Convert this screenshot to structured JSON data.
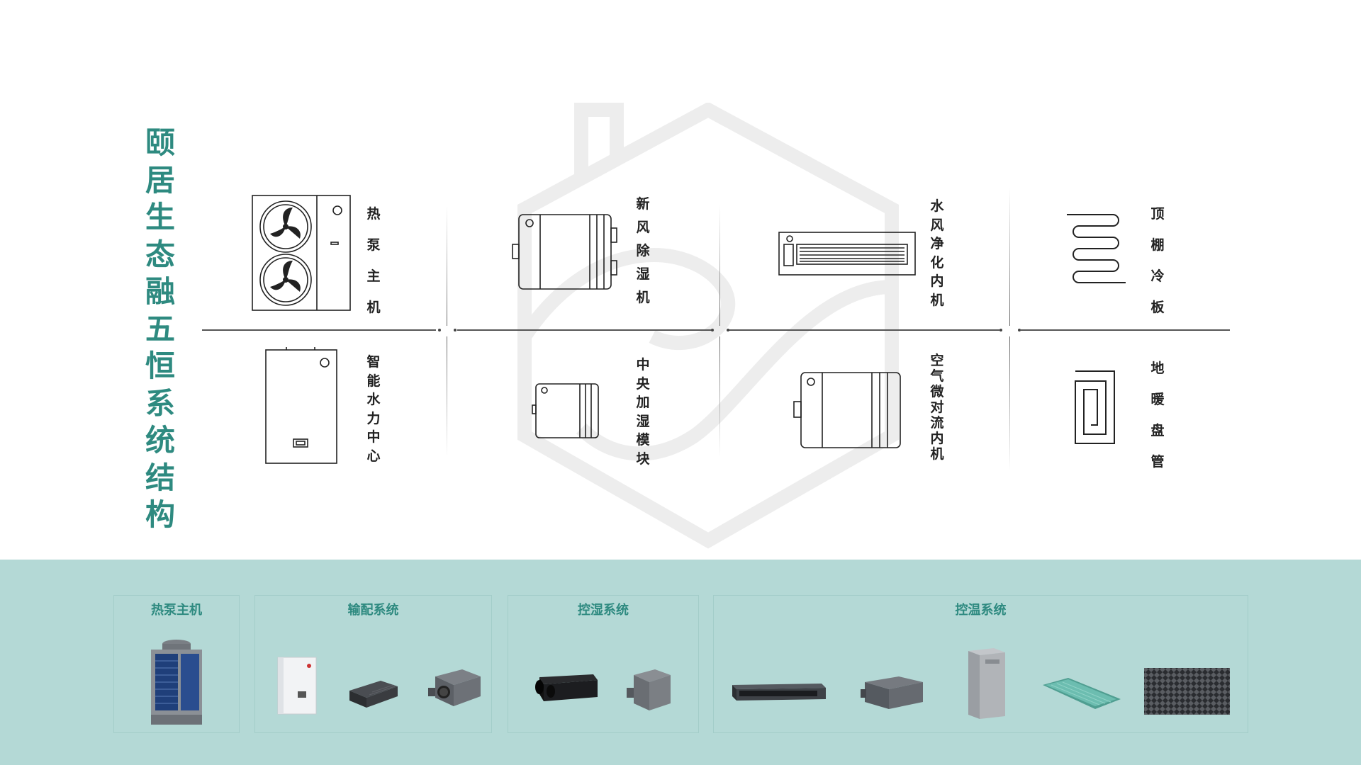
{
  "title": "颐居生态融五恒系统结构",
  "components": {
    "heat_pump": "热泵主机",
    "water_center": "智能水力中心",
    "fresh_air": "新风除湿机",
    "humidifier": "中央加湿模块",
    "water_purifier": "水风净化内机",
    "micro_convection": "空气微对流内机",
    "ceiling_panel": "顶棚冷板",
    "floor_coil": "地暖盘管"
  },
  "categories": {
    "heat_pump_host": "热泵主机",
    "distribution": "输配系统",
    "humidity": "控湿系统",
    "temperature": "控温系统"
  },
  "colors": {
    "accent": "#2e8a80",
    "band": "#b4d9d6",
    "line": "#555555"
  }
}
